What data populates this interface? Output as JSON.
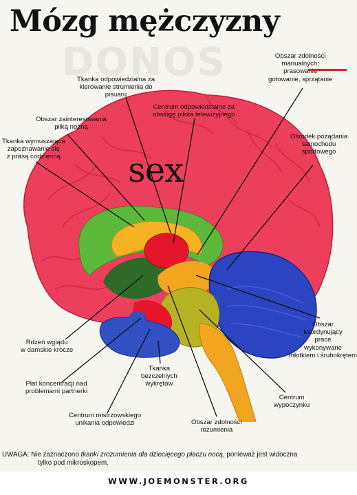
{
  "title": "Mózg mężczyzny",
  "center_word": "sex",
  "labels": {
    "manual": [
      "Obszar zdolności",
      "manualnych:",
      "prasowanie",
      "gotowanie, sprzątanie"
    ],
    "urine": [
      "Tkanka odpowiedzialna za",
      "kierowanie strumienia do",
      "pisuaru"
    ],
    "remote": [
      "Centrum odpowiedzialne za",
      "obsługę pilota telewizyjnego"
    ],
    "football": [
      "Obszar zainteresowania",
      "piłką nożną"
    ],
    "press": [
      "Tkanka wymuszająca",
      "zapoznawanie się",
      "z prasą codzienną"
    ],
    "car": [
      "Ośrodek pożądania",
      "samochodu",
      "sportowego"
    ],
    "coord": [
      "Obszar",
      "koordynujący",
      "prace",
      "wykonywane",
      "młotkiem i śrubokrętem"
    ],
    "gaze": [
      "Rdzeń wglądu",
      "w damskie krocze"
    ],
    "partner": [
      "Płat koncentracji nad",
      "problemami partnerki"
    ],
    "screws": [
      "Tkanka",
      "bezczelnych",
      "wykrętów"
    ],
    "rest": [
      "Centrum",
      "wypoczynku"
    ],
    "avoid": [
      "Centrum mistrzowskiego",
      "unikania odpowiedzi"
    ],
    "understand": [
      "Obszar zdolności",
      "rozumienia"
    ]
  },
  "note": {
    "prefix": "UWAGA: Nie zaznaczono ",
    "italic": "tkanki zrozumienia dla dziecięcego płaczu nocą",
    "suffix": ", ponieważ jest widoczna",
    "line2": "tylko pod mikroskopem."
  },
  "footer": "WWW.JOEMONSTER.ORG",
  "colors": {
    "cortex": "#ec3f5b",
    "cingulate": "#5cb83a",
    "corpus": "#f5b323",
    "thalamus": "#e5162a",
    "cerebellum": "#2b45c2",
    "brainstem": "#b7b224",
    "pons": "#f2a51e",
    "lower_blue": "#3150c4"
  }
}
